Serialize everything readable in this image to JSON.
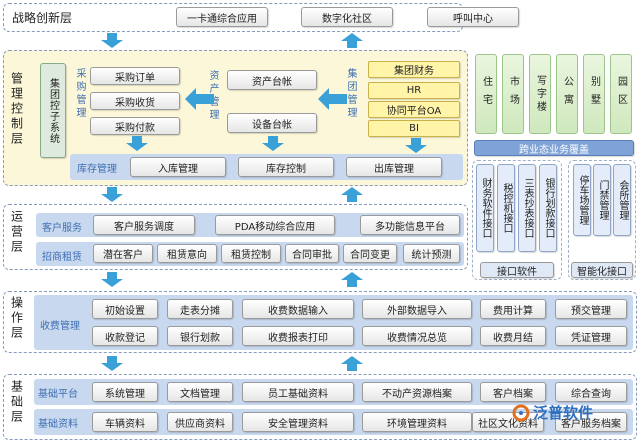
{
  "layers": {
    "strategy": "战略创新层",
    "management": "管理控制层",
    "operation": "运营层",
    "action": "操作层",
    "foundation": "基础层"
  },
  "strategy_items": [
    "一卡通综合应用",
    "数字化社区",
    "呼叫中心"
  ],
  "mgmt": {
    "group_holding": "集团控子系统",
    "purchase_label": "采购管理",
    "purchase_items": [
      "采购订单",
      "采购收货",
      "采购付款"
    ],
    "asset_label": "资产管理",
    "asset_items": [
      "资产台帐",
      "设备台帐"
    ],
    "group_mgmt_label": "集团管理",
    "group_items": [
      "集团财务",
      "HR",
      "协同平台OA",
      "BI"
    ],
    "inventory_label": "库存管理",
    "inventory_items": [
      "入库管理",
      "库存控制",
      "出库管理"
    ]
  },
  "property_types": [
    "住宅",
    "市场",
    "写字楼",
    "公寓",
    "别墅",
    "园区"
  ],
  "cross_business": {
    "title": "跨业态业务覆盖",
    "interfaces": [
      "财务软件接口",
      "税控机接口",
      "三表抄表接口",
      "银行划款接口"
    ],
    "interface_title": "接口软件",
    "smart": [
      "停车场管理",
      "门禁管理",
      "会所管理"
    ],
    "smart_title": "智能化接口"
  },
  "operation": {
    "customer_label": "客户服务",
    "customer_items": [
      "客户服务调度",
      "PDA移动综合应用",
      "多功能信息平台"
    ],
    "leasing_label": "招商租赁",
    "leasing_items": [
      "潜在客户",
      "租赁意向",
      "租赁控制",
      "合同审批",
      "合同变更",
      "统计预测"
    ]
  },
  "action": {
    "label": "收费管理",
    "row1": [
      "初始设置",
      "走表分摊",
      "收费数据输入",
      "外部数据导入",
      "费用计算",
      "预交管理"
    ],
    "row2": [
      "收款登记",
      "银行划款",
      "收费报表打印",
      "收费情况总览",
      "收费月结",
      "凭证管理"
    ]
  },
  "foundation": {
    "platform_label": "基础平台",
    "platform_items": [
      "系统管理",
      "文档管理",
      "员工基础资料",
      "不动产资源档案",
      "客户档案",
      "综合查询"
    ],
    "data_label": "基础资料",
    "data_items": [
      "车辆资料",
      "供应商资料",
      "安全管理资料",
      "环境管理资料",
      "社区文化资料",
      "客户服务档案"
    ]
  },
  "watermark": "泛普软件",
  "colors": {
    "band": "#c8d8ef",
    "arrow": "#3aa0d8",
    "yellow": "#fff4a8",
    "green": "#d8edc9",
    "mgmt_bg": "#fbf7d8"
  }
}
